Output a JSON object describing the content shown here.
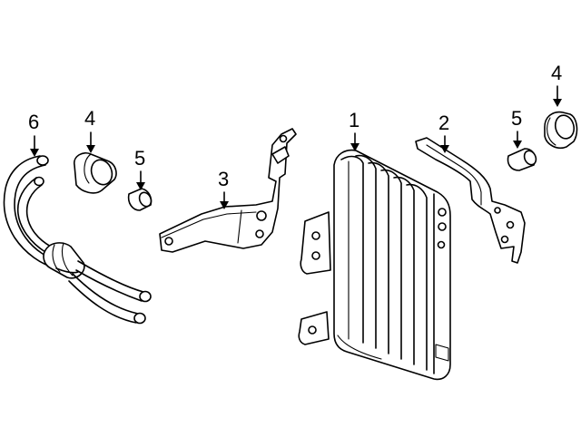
{
  "callouts": [
    {
      "id": "c6",
      "label": "6"
    },
    {
      "id": "c4a",
      "label": "4"
    },
    {
      "id": "c5a",
      "label": "5"
    },
    {
      "id": "c3",
      "label": "3"
    },
    {
      "id": "c1",
      "label": "1"
    },
    {
      "id": "c2",
      "label": "2"
    },
    {
      "id": "c5b",
      "label": "5"
    },
    {
      "id": "c4b",
      "label": "4"
    }
  ]
}
